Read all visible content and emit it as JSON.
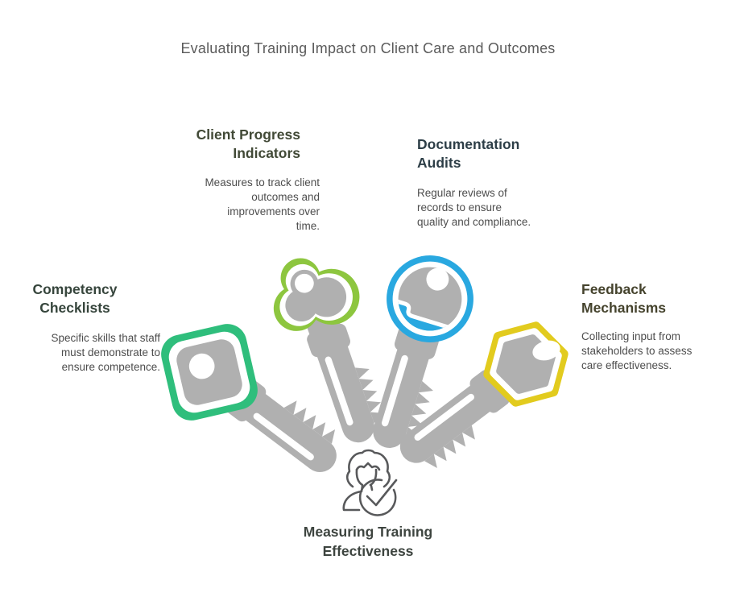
{
  "title": "Evaluating Training Impact on Client Care and Outcomes",
  "items": [
    {
      "title": "Competency Checklists",
      "description": "Specific skills that staff\nmust demonstrate to\nensure competence.",
      "accent_color": "#2fbe7c",
      "heading_color": "#36453c",
      "key_head_shape": "rounded-square",
      "position": "left"
    },
    {
      "title": "Client Progress Indicators",
      "description": "Measures to track client\noutcomes and\nimprovements over\ntime.",
      "accent_color": "#8dc63f",
      "heading_color": "#414936",
      "key_head_shape": "cloud",
      "position": "top-left"
    },
    {
      "title": "Documentation Audits",
      "description": "Regular reviews of\nrecords to ensure\nquality and compliance.",
      "accent_color": "#29a8e0",
      "heading_color": "#2d3e47",
      "key_head_shape": "circle",
      "position": "top-right"
    },
    {
      "title": "Feedback Mechanisms",
      "description": "Collecting input from\nstakeholders to assess\ncare effectiveness.",
      "accent_color": "#e2cb1e",
      "heading_color": "#45432d",
      "key_head_shape": "hexagon",
      "position": "right"
    }
  ],
  "center": {
    "label": "Measuring Training Effectiveness",
    "label_color": "#3d443f",
    "icon": "person-with-checkmark"
  },
  "colors": {
    "background": "#ffffff",
    "title_text": "#5b5b5b",
    "body_text": "#4d4d4d",
    "key_metal_gray": "#b0b0b0",
    "icon_stroke": "#58595b"
  }
}
